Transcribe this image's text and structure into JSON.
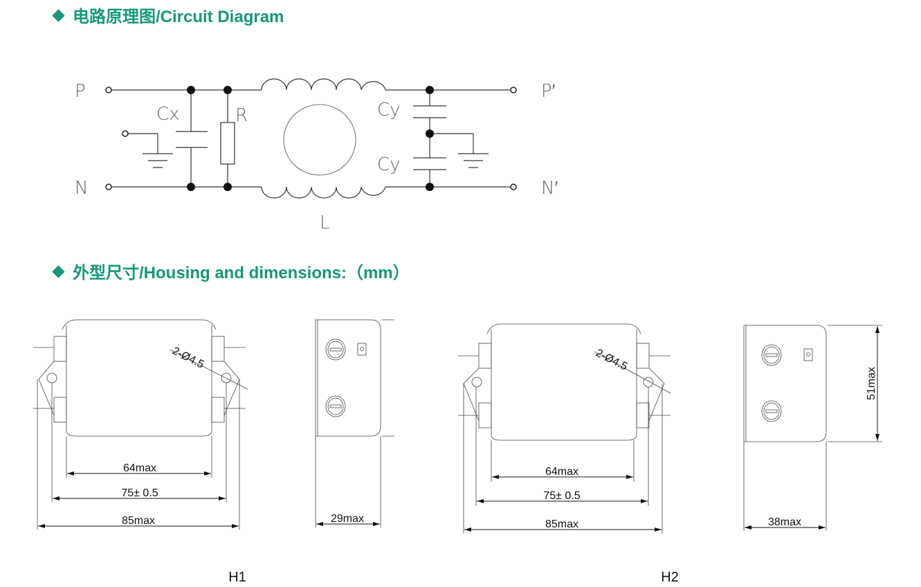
{
  "headers": {
    "circuit": "电路原理图/Circuit Diagram",
    "housing": "外型尺寸/Housing and dimensions:（mm）"
  },
  "circuit": {
    "terminals": {
      "p": "P",
      "n": "N",
      "p_out": "P′",
      "n_out": "N′"
    },
    "components": {
      "cx": "Cx",
      "r": "R",
      "cy_top": "Cy",
      "cy_bottom": "Cy",
      "l": "L"
    }
  },
  "housings": {
    "h1": {
      "label": "H1",
      "hole": "2-Ø4.5",
      "dim_inner": "64max",
      "dim_mount": "75± 0.5",
      "dim_overall": "85max",
      "dim_depth": "29max"
    },
    "h2": {
      "label": "H2",
      "hole": "2-Ø4.5",
      "dim_inner": "64max",
      "dim_mount": "75± 0.5",
      "dim_overall": "85max",
      "dim_depth": "38max",
      "dim_height": "51max"
    }
  },
  "colors": {
    "accent": "#16977a"
  }
}
